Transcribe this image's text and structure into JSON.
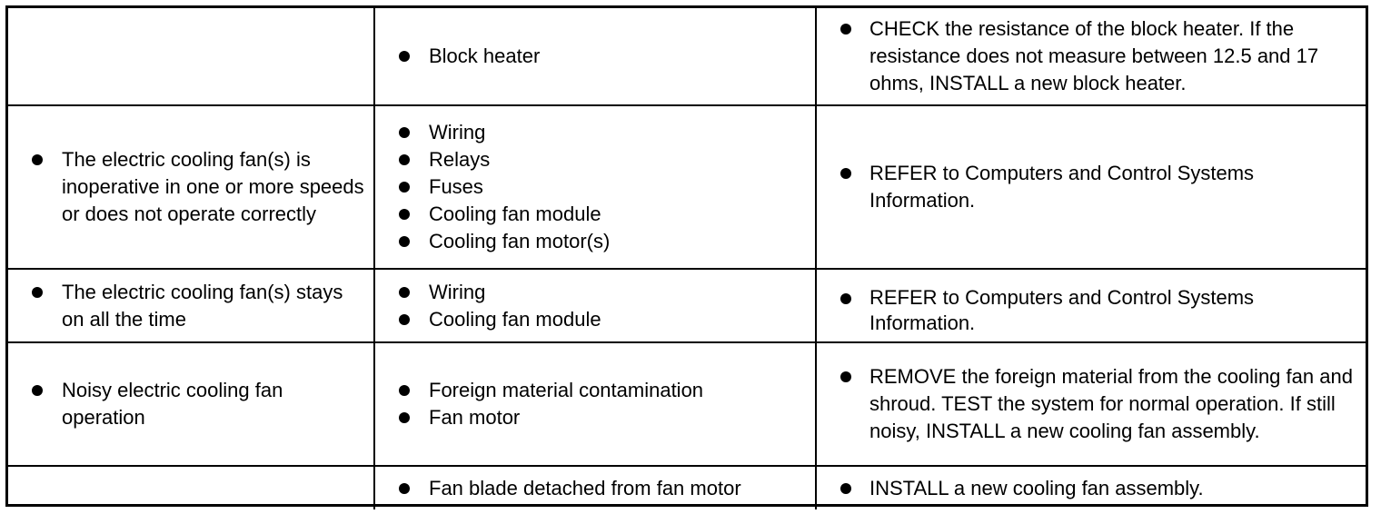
{
  "rows": [
    {
      "condition": [],
      "source": [
        "Block heater"
      ],
      "action": [
        "CHECK the resistance of the block heater. If the resistance does not measure between 12.5 and 17 ohms, INSTALL a new block heater."
      ]
    },
    {
      "condition": [
        "The electric cooling fan(s) is inoperative in one or more speeds or does not operate correctly"
      ],
      "source": [
        "Wiring",
        "Relays",
        "Fuses",
        "Cooling fan module",
        "Cooling fan motor(s)"
      ],
      "action": [
        "REFER to Computers and Control Systems Information."
      ]
    },
    {
      "condition": [
        "The electric cooling fan(s) stays on all the time"
      ],
      "source": [
        "Wiring",
        "Cooling fan module"
      ],
      "action": [
        "REFER to Computers and Control Systems Information."
      ]
    },
    {
      "condition": [
        "Noisy electric cooling fan operation"
      ],
      "source": [
        "Foreign material contamination",
        "Fan motor"
      ],
      "action": [
        "REMOVE the foreign material from the cooling fan and shroud. TEST the system for normal operation. If still noisy, INSTALL a new cooling fan assembly."
      ]
    },
    {
      "condition": [],
      "source": [
        "Fan blade detached from fan motor"
      ],
      "action": [
        "INSTALL a new cooling fan assembly."
      ]
    }
  ]
}
